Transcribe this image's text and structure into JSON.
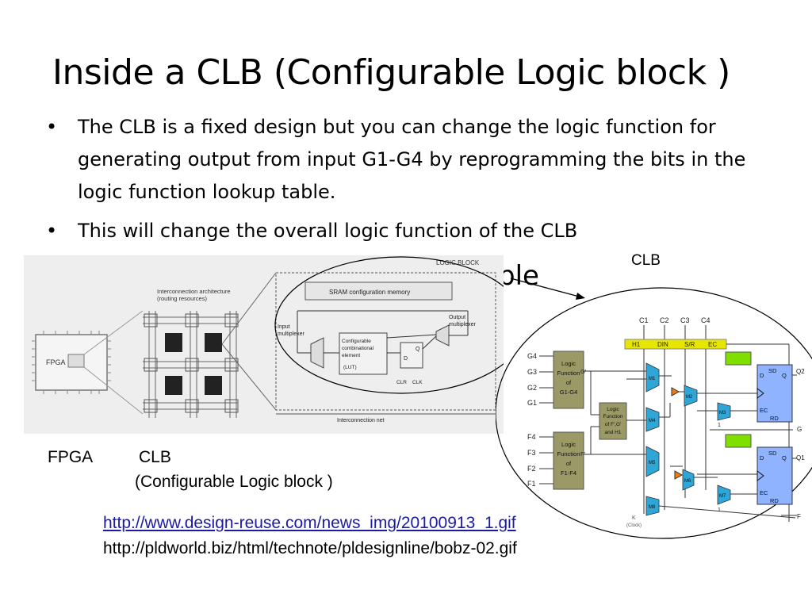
{
  "slide": {
    "title": "Inside a CLB (Configurable Logic block )",
    "bullets": [
      "The CLB is a fixed design but you can change the logic function for generating output from input G1-G4  by reprogramming the bits in the logic function lookup table.",
      "This will change the overall logic function of the CLB"
    ],
    "clb_label": "CLB",
    "obscured_text": "ple",
    "fpga_caption": "FPGA",
    "clb_caption": "CLB",
    "clb_full_caption": "(Configurable Logic block )",
    "link1": "http://www.design-reuse.com/news_img/20100913_1.gif",
    "link2": "http://pldworld.biz/html/technote/pldesignline/bobz-02.gif"
  },
  "left_diagram": {
    "logic_block": "LOGIC BLOCK",
    "interconnect_arch": "Interconnection architecture",
    "routing": "(routing resources)",
    "sram": "SRAM configuration memory",
    "input_mux": "Input",
    "input_mux2": "multiplexer",
    "output_mux": "Output",
    "output_mux2": "multiplexer",
    "config": "Configurable",
    "combinational": "combinational",
    "element": "element",
    "lut": "(LUT)",
    "fpga": "FPGA",
    "interconnect_net": "Interconnection net",
    "clr": "CLR",
    "clk": "CLK",
    "d": "D",
    "q": "Q"
  },
  "right_diagram": {
    "top_inputs": [
      "C1",
      "C2",
      "C3",
      "C4"
    ],
    "ctrl": [
      "H1",
      "DIN",
      "S/R",
      "EC"
    ],
    "g_inputs": [
      "G4",
      "G3",
      "G2",
      "G1"
    ],
    "f_inputs": [
      "F4",
      "F3",
      "F2",
      "F1"
    ],
    "lf_g": [
      "Logic",
      "Function",
      "of",
      "G1-G4"
    ],
    "lf_h": [
      "Logic",
      "Function",
      "of F',G'",
      "and H1"
    ],
    "lf_f": [
      "Logic",
      "Function",
      "of",
      "F1-F4"
    ],
    "g_prime": "G'",
    "f_prime": "F'",
    "muxes": [
      "M1",
      "M2",
      "M3",
      "M4",
      "M5",
      "M6",
      "M7",
      "M8"
    ],
    "ff_labels": [
      "SD",
      "D",
      "Q",
      "EC",
      "RD"
    ],
    "outputs": [
      "Q2",
      "G",
      "Q1",
      "F"
    ],
    "one": "1",
    "clock": "K",
    "clock2": "(Clock)"
  },
  "colors": {
    "lut_green": "#9b9a66",
    "bar_yellow": "#e6e600",
    "bright_green": "#7fe000",
    "mux_cyan": "#2fa6d8",
    "ff_blue": "#8fb3ff",
    "tri_orange": "#f07a1a",
    "link_blue": "#1a1aa6"
  }
}
